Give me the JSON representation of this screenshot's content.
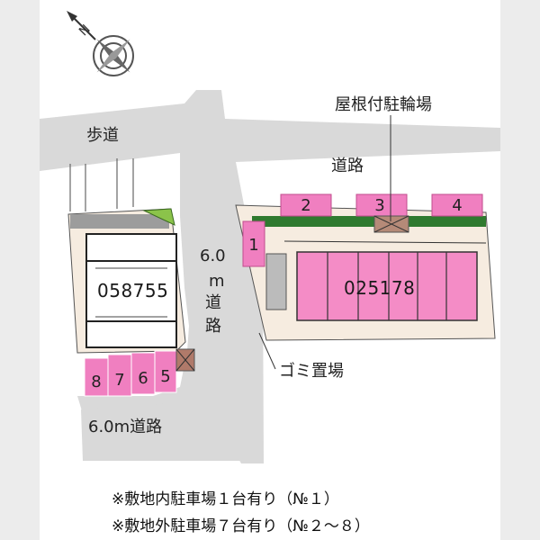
{
  "labels": {
    "sidewalk": "歩道",
    "road_top": "道路",
    "covered_bike_parking": "屋根付駐輪場",
    "road_vertical_top": "6.0",
    "road_vertical_m": "m",
    "road_vertical_chars": [
      "道",
      "路"
    ],
    "road_bottom": "6.0m道路",
    "garbage": "ゴミ置場"
  },
  "buildings": {
    "left": "058755",
    "right": "025178"
  },
  "parking_spaces": {
    "top": [
      "2",
      "3",
      "4"
    ],
    "side": "1",
    "bottom": [
      "8",
      "7",
      "6",
      "5"
    ]
  },
  "notes": [
    "※敷地内駐車場１台有り（№１）",
    "※敷地外駐車場７台有り（№２～８）"
  ],
  "compass": {
    "north_mark": "N"
  },
  "colors": {
    "road": "#d9d9d9",
    "parking": "#f07fc0",
    "building": "#f48cc6",
    "hedge": "#2f7a2f",
    "lot": "#f6ece0"
  }
}
